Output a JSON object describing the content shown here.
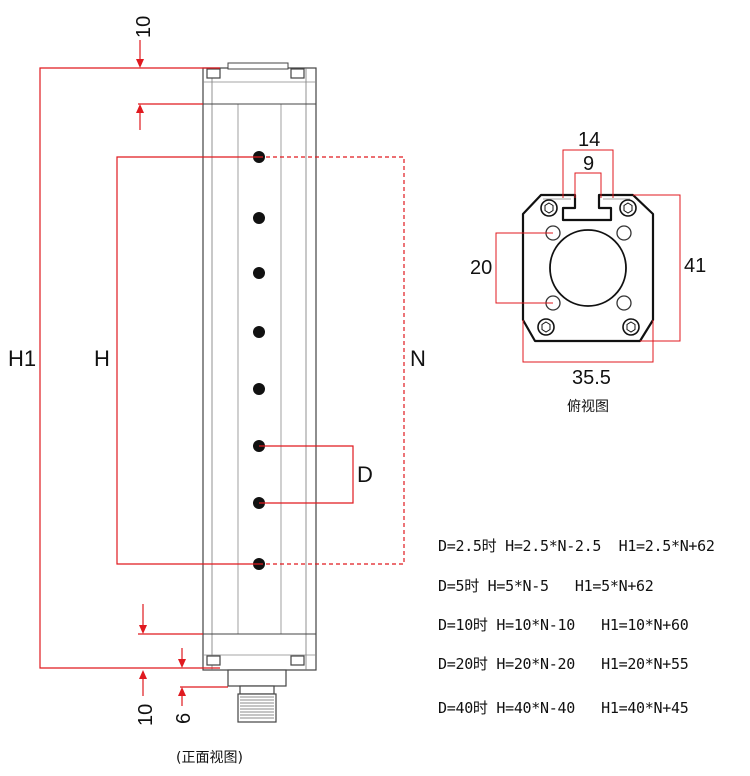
{
  "front_view": {
    "caption": "(正面视图)",
    "labels": {
      "top_gap": "10",
      "bottom_gap": "10",
      "connector_offset": "6",
      "h1": "H1",
      "h": "H",
      "n": "N",
      "d": "D"
    }
  },
  "top_view": {
    "caption": "俯视图",
    "dims": {
      "outer_slot": "14",
      "inner_slot": "9",
      "hole_spacing": "20",
      "height": "41",
      "width": "35.5"
    }
  },
  "formulas": [
    "D=2.5时 H=2.5*N-2.5  H1=2.5*N+62",
    "D=5时 H=5*N-5   H1=5*N+62",
    "D=10时 H=10*N-10   H1=10*N+60",
    "D=20时 H=20*N-20   H1=20*N+55",
    "D=40时 H=40*N-40   H1=40*N+45"
  ],
  "colors": {
    "dimension_red": "#e0191f",
    "outline": "#444444",
    "dot": "#111111"
  }
}
